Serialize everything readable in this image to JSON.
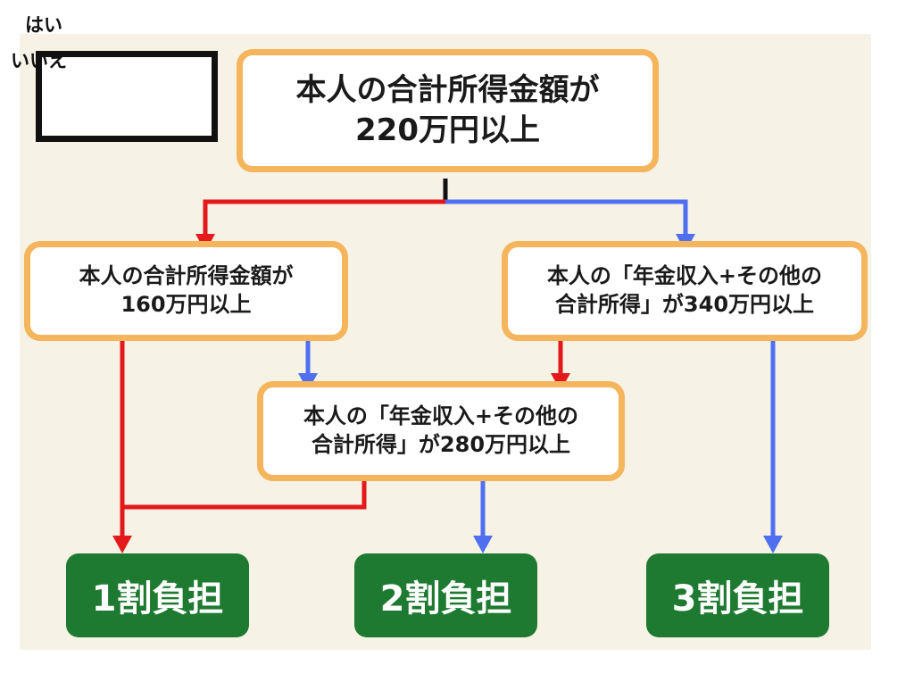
{
  "legend": {
    "yes_label": "はい",
    "no_label": "いいえ"
  },
  "nodes": {
    "q1": {
      "line1": "本人の合計所得金額が",
      "line2": "220万円以上"
    },
    "q2": {
      "line1": "本人の合計所得金額が",
      "line2": "160万円以上"
    },
    "q3": {
      "line1": "本人の「年金収入+その他の",
      "line2": "合計所得」が340万円以上"
    },
    "q4": {
      "line1": "本人の「年金収入+その他の",
      "line2": "合計所得」が280万円以上"
    }
  },
  "results": {
    "r1": "1割負担",
    "r2": "2割負担",
    "r3": "3割負担"
  },
  "colors": {
    "yes": "#4f6ff0",
    "no": "#e3191c",
    "box_border": "#f5b55c",
    "result_bg": "#1e7a30",
    "background": "#f6f3e6"
  }
}
